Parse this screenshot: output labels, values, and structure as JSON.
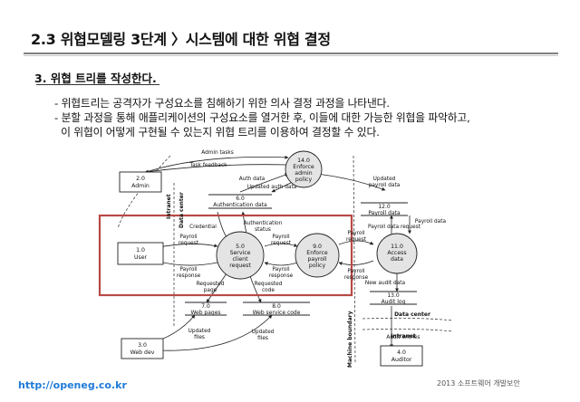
{
  "slide": {
    "title": "2.3  위협모델링 3단계 〉시스템에 대한 위협 결정",
    "subheading": "3. 위협 트리를 작성한다.",
    "bullets": [
      "- 위협트리는 공격자가 구성요소를 침해하기 위한 의사 결정 과정을 나타낸다.",
      "- 분할 과정을 통해 애플리케이션의 구성요소를 열거한 후, 이들에 대한 가능한 위협을 파악하고,",
      "  이 위협이 어떻게 구현될 수 있는지 위협 트리를 이용하여 결정할 수 있다."
    ],
    "footer": {
      "url": "http://openeg.co.kr",
      "copyright": "2013 소프트웨어 개발보안"
    }
  },
  "diagram": {
    "processes": {
      "p14": [
        "14.0",
        "Enforce",
        "admin",
        "policy"
      ],
      "p5": [
        "5.0",
        "Service",
        "client",
        "request"
      ],
      "p9": [
        "9.0",
        "Enforce",
        "payroll",
        "policy"
      ],
      "p11": [
        "11.0",
        "Access",
        "data"
      ]
    },
    "entities": {
      "admin": [
        "2.0",
        "Admin"
      ],
      "user": [
        "1.0",
        "User"
      ],
      "webdev": [
        "3.0",
        "Web dev"
      ],
      "auditor": [
        "4.0",
        "Auditor"
      ]
    },
    "stores": {
      "auth": [
        "6.0",
        "Authentication data"
      ],
      "payroll": [
        "12.0",
        "Payroll data"
      ],
      "audit": [
        "13.0",
        "Audit log"
      ],
      "web": [
        "7.0",
        "Web pages"
      ],
      "ws": [
        "8.0",
        "Web service code"
      ]
    },
    "flows": {
      "admin_tasks": "Admin tasks",
      "task_feedback": "Task feedback",
      "auth_data": "Auth data",
      "updated_auth": "Updated auth data",
      "credential": "Credential",
      "auth_status": [
        "Authentication",
        "status"
      ],
      "payroll_req_user": [
        "Payroll",
        "request"
      ],
      "payroll_resp_user": [
        "Payroll",
        "response"
      ],
      "payroll_req_enf": [
        "Payroll",
        "request"
      ],
      "payroll_resp_enf": [
        "Payroll",
        "response"
      ],
      "payroll_req_access": [
        "Payroll",
        "request"
      ],
      "payroll_resp_access": [
        "Payroll",
        "response"
      ],
      "updated_payroll": [
        "Updated",
        "payroll data"
      ],
      "payroll_data_req": "Payroll data request",
      "payroll_data": "Payroll data",
      "new_audit": "New audit data",
      "req_page": [
        "Requested",
        "page"
      ],
      "req_code": [
        "Requested",
        "code"
      ],
      "updated_files_1": [
        "Updated",
        "files"
      ],
      "updated_files_2": [
        "Updated",
        "files"
      ],
      "audit_entries": "Audit entries"
    },
    "boundaries": {
      "intranet": "Intranet",
      "datacenter": "Data center",
      "machine": "Machine boundary"
    }
  },
  "highlight": {
    "color": "#b84a46"
  }
}
